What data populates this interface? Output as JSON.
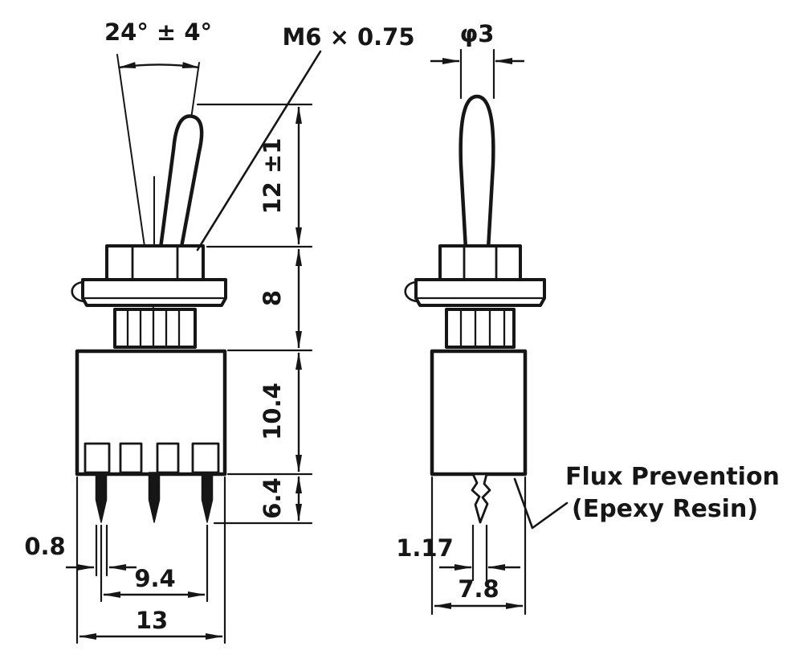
{
  "figure": {
    "labels": {
      "angle": "24° ± 4°",
      "thread": "M6 × 0.75",
      "lever_diameter": "φ3",
      "lever_length": "12 ±1",
      "bushing_height": "8",
      "body_height": "10.4",
      "terminal_length": "6.4",
      "terminal_thickness": "0.8",
      "terminal_span": "9.4",
      "body_width": "13",
      "lug_thickness": "1.17",
      "body_depth": "7.8"
    },
    "note": {
      "line1": "Flux Prevention",
      "line2": "(Epexy Resin)"
    }
  }
}
